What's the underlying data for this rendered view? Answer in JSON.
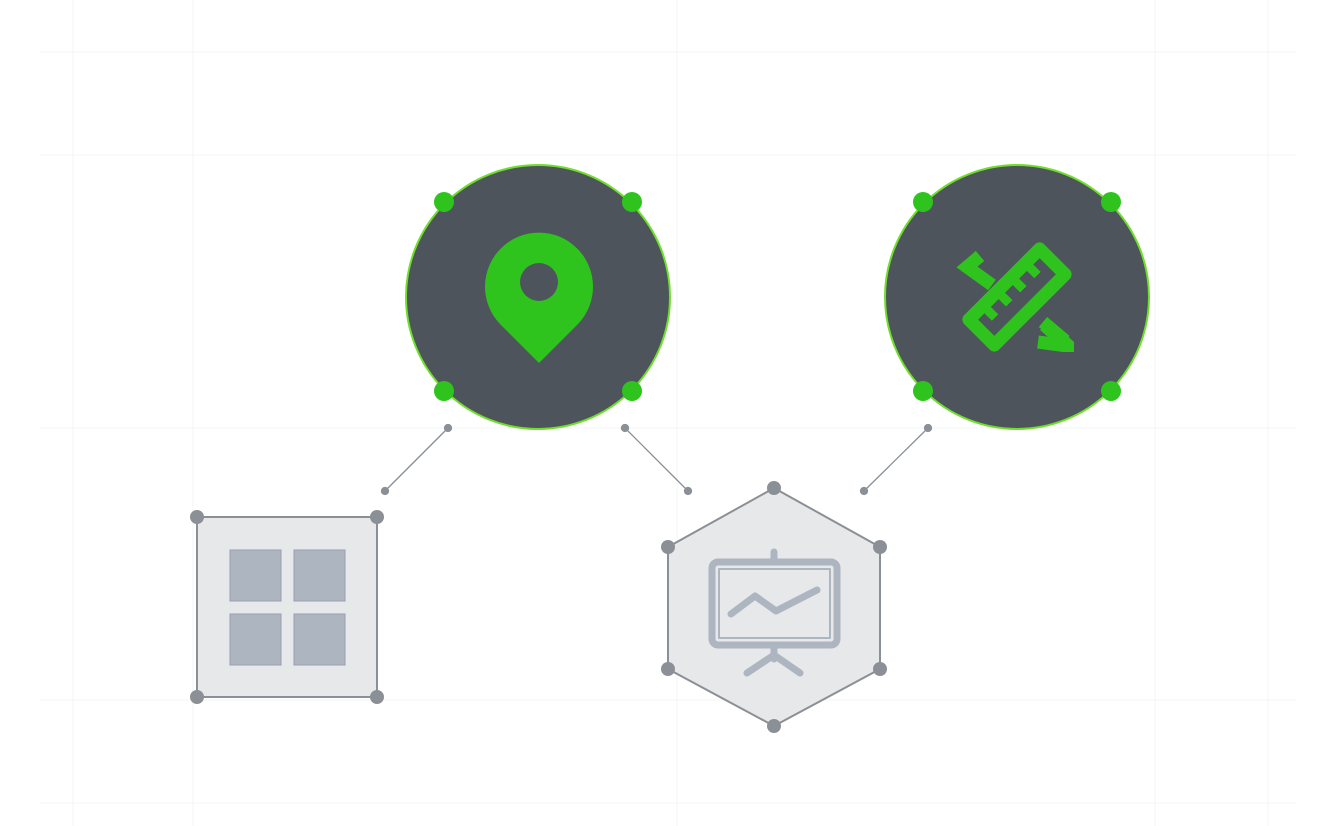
{
  "colors": {
    "accent": "#2fc41d",
    "accent_outline": "#6ee02a",
    "dark_node": "#4e545c",
    "light_node_fill": "#e7e8ea",
    "light_node_stroke": "#8a9096",
    "icon_gray": "#adb6c0",
    "connector": "#8a9096",
    "grid": "#f3f4f5"
  },
  "nodes": [
    {
      "id": "location",
      "shape": "circle",
      "icon": "map-pin-icon",
      "selected": true
    },
    {
      "id": "design",
      "shape": "circle",
      "icon": "ruler-pencil-icon",
      "selected": true
    },
    {
      "id": "grid",
      "shape": "square",
      "icon": "grid-icon",
      "selected": false
    },
    {
      "id": "presentation",
      "shape": "hexagon",
      "icon": "presentation-chart-icon",
      "selected": false
    }
  ],
  "connections": [
    {
      "from": "location",
      "to": "grid"
    },
    {
      "from": "location",
      "to": "presentation"
    },
    {
      "from": "design",
      "to": "presentation"
    }
  ]
}
